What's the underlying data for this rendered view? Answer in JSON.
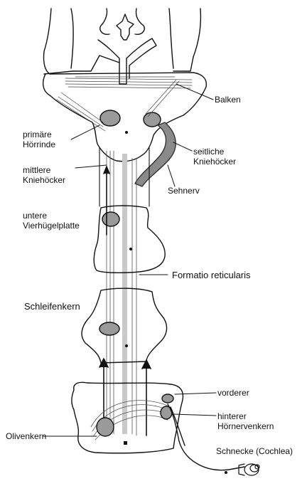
{
  "labels": {
    "balken": "Balken",
    "primare_horrinde": [
      "primäre",
      "Hörrinde"
    ],
    "seitliche_kniehocker": [
      "seitliche",
      "Kniehöcker"
    ],
    "mittlere_kniehocker": [
      "mittlere",
      "Kniehöcker"
    ],
    "sehnerv": "Sehnerv",
    "untere_vierhugelplatte": [
      "untere",
      "Vierhügelplatte"
    ],
    "formatio_reticularis": "Formatio reticularis",
    "schleifenkern": "Schleifenkern",
    "vorderer": "vorderer",
    "hinterer_hornervenkern": [
      "hinterer",
      "Hörnervenkern"
    ],
    "olivenkern": "Olivenkern",
    "schnecke": "Schnecke (Cochlea)"
  }
}
